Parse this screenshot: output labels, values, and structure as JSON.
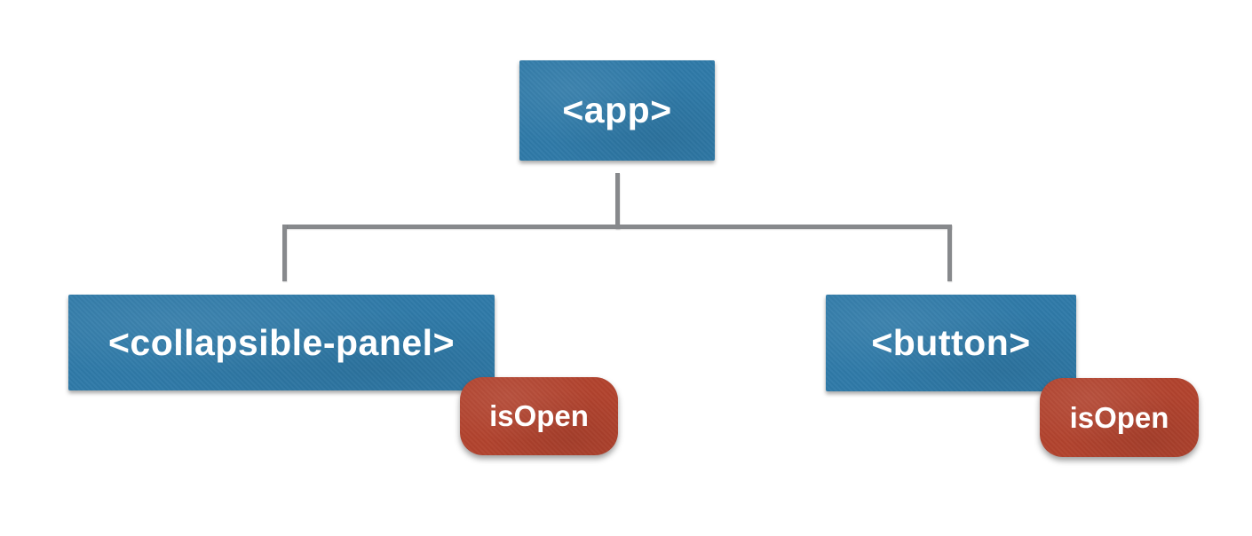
{
  "diagram": {
    "type": "component-tree",
    "root": {
      "label": "<app>"
    },
    "children": [
      {
        "label": "<collapsible-panel>",
        "prop_badge": "isOpen"
      },
      {
        "label": "<button>",
        "prop_badge": "isOpen"
      }
    ],
    "colors": {
      "node_fill": "#2F7AA8",
      "badge_fill": "#B2432E",
      "connector": "#87898C",
      "label_text": "#FFFFFF",
      "background": "#FFFFFF"
    }
  }
}
